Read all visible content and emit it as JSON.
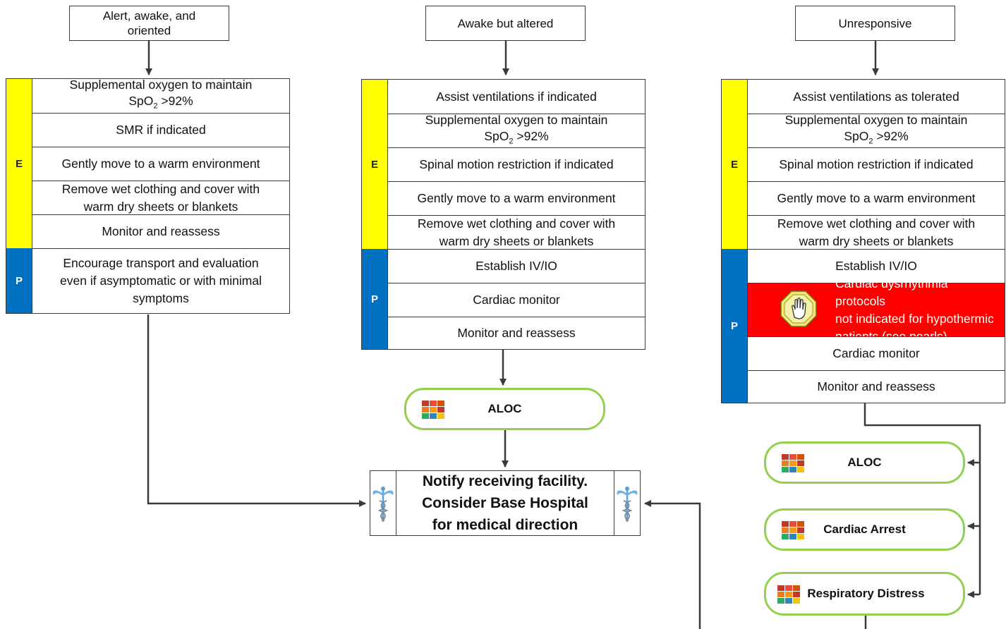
{
  "columns": {
    "left": {
      "header": {
        "line1": "Alert, awake, and",
        "line2": "oriented"
      },
      "e_label": "E",
      "p_label": "P",
      "e_rows": [
        {
          "line1": "Supplemental oxygen to maintain",
          "spo2_prefix": "SpO",
          "spo2_sub": "2",
          "spo2_suffix": " >92%"
        },
        {
          "line1": "SMR if indicated"
        },
        {
          "line1": "Gently move to a warm environment"
        },
        {
          "line1": "Remove wet clothing and cover with",
          "line2": "warm dry sheets or blankets"
        },
        {
          "line1": "Monitor and reassess"
        }
      ],
      "p_rows": [
        {
          "line1": "Encourage transport and evaluation",
          "line2": "even if asymptomatic or with minimal",
          "line3": "symptoms"
        }
      ]
    },
    "middle": {
      "header": "Awake but altered",
      "e_label": "E",
      "p_label": "P",
      "e_rows": [
        {
          "line1": "Assist ventilations if indicated"
        },
        {
          "line1": "Supplemental oxygen to maintain",
          "spo2_prefix": "SpO",
          "spo2_sub": "2",
          "spo2_suffix": " >92%"
        },
        {
          "line1": "Spinal motion restriction if indicated"
        },
        {
          "line1": "Gently move to a warm environment"
        },
        {
          "line1": "Remove wet clothing and cover with",
          "line2": "warm dry sheets or blankets"
        }
      ],
      "p_rows": [
        {
          "line1": "Establish IV/IO"
        },
        {
          "line1": "Cardiac monitor"
        },
        {
          "line1": "Monitor and reassess"
        }
      ],
      "link": "ALOC"
    },
    "right": {
      "header": "Unresponsive",
      "e_label": "E",
      "p_label": "P",
      "e_rows": [
        {
          "line1": "Assist ventilations as tolerated"
        },
        {
          "line1": "Supplemental oxygen to maintain",
          "spo2_prefix": "SpO",
          "spo2_sub": "2",
          "spo2_suffix": " >92%"
        },
        {
          "line1": "Spinal motion restriction if indicated"
        },
        {
          "line1": "Gently move to a warm environment"
        },
        {
          "line1": "Remove wet clothing and cover with",
          "line2": "warm dry sheets or blankets"
        }
      ],
      "p_rows": [
        {
          "line1": "Establish IV/IO"
        },
        {
          "line1": "Cardiac dysrhythmia protocols",
          "line2": "not indicated for hypothermic",
          "line3": "patients (see pearls)",
          "warning": true
        },
        {
          "line1": "Cardiac monitor"
        },
        {
          "line1": "Monitor and reassess"
        }
      ],
      "links": [
        "ALOC",
        "Cardiac Arrest",
        "Respiratory Distress"
      ]
    }
  },
  "notify": {
    "line1": "Notify receiving facility.",
    "line2": "Consider Base Hospital",
    "line3": "for medical direction"
  },
  "colors": {
    "e_band": "#ffff00",
    "p_band": "#0070c0",
    "warning": "#ff0000",
    "link_border": "#92d050",
    "connector": "#3a3a3a"
  }
}
